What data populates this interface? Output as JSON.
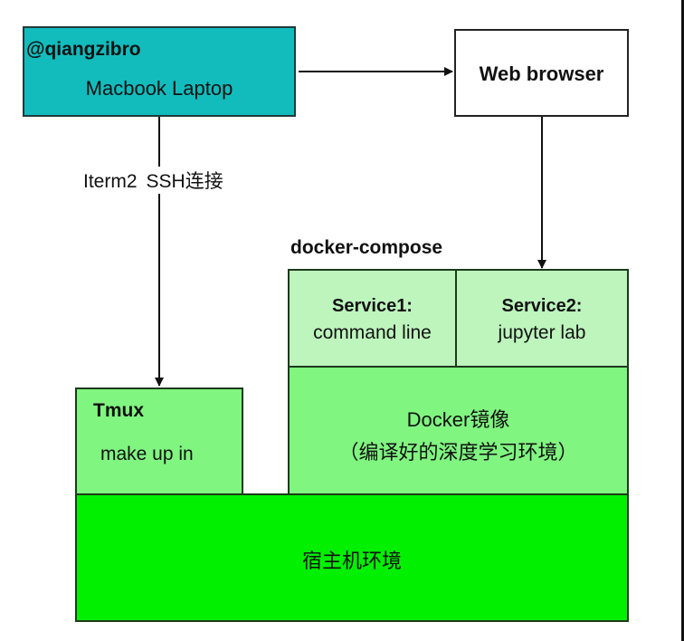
{
  "nodes": {
    "laptop": {
      "handle": "@qiangzibro",
      "name": "Macbook Laptop",
      "color": "#12bcbd"
    },
    "browser": {
      "label": "Web browser",
      "color": "#ffffff"
    },
    "compose": {
      "title": "docker-compose"
    },
    "service1": {
      "title": "Service1:",
      "subtitle": "command line",
      "color": "#bdf5bd"
    },
    "service2": {
      "title": "Service2:",
      "subtitle": "jupyter lab",
      "color": "#bdf5bd"
    },
    "docker": {
      "line1": "Docker镜像",
      "line2": "（编译好的深度学习环境）",
      "color": "#80f580"
    },
    "tmux": {
      "title": "Tmux",
      "subtitle": "make up in",
      "color": "#80f580"
    },
    "host": {
      "label": "宿主机环境",
      "color": "#00f000"
    }
  },
  "edges": {
    "ssh": {
      "label_left": "Iterm2",
      "label_right": "SSH连接",
      "from": "laptop",
      "to": "tmux"
    },
    "to_browser": {
      "from": "laptop",
      "to": "browser"
    },
    "browser_to_service2": {
      "from": "browser",
      "to": "service2"
    }
  }
}
